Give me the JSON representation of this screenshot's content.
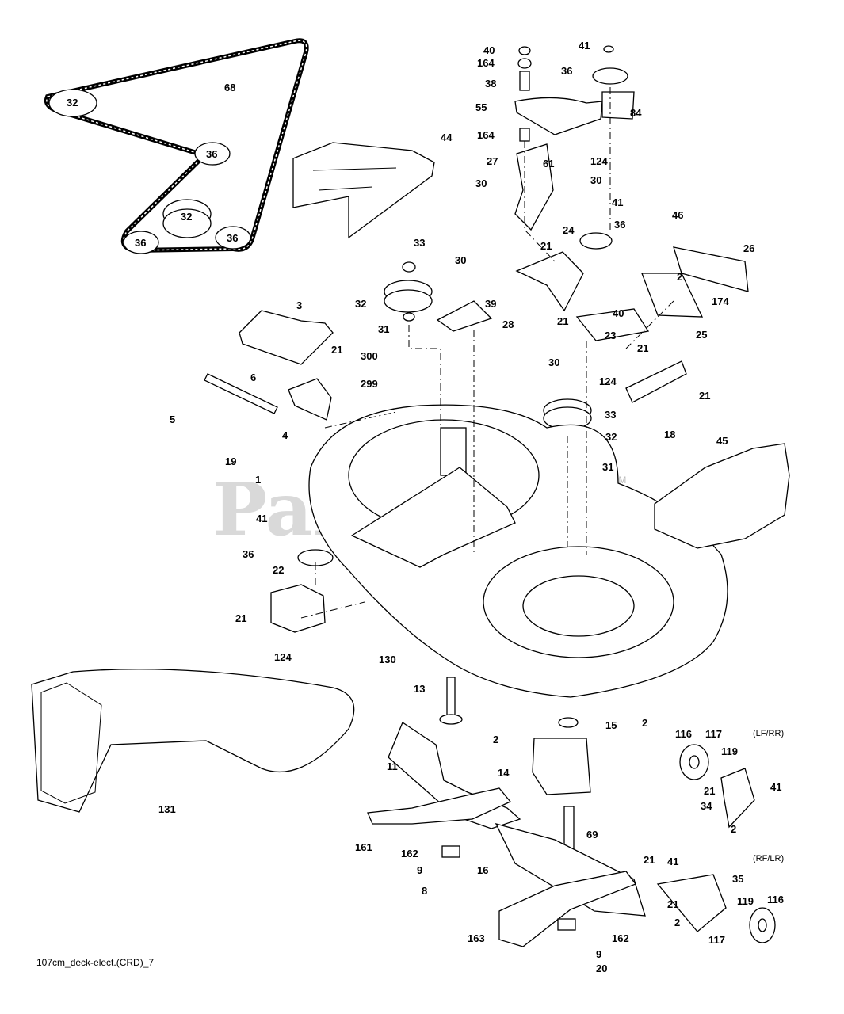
{
  "watermark": {
    "text": "PartsTree",
    "trademark": "TM"
  },
  "footer_ref": "107cm_deck-elect.(CRD)_7",
  "wheel_positions": {
    "upper": "(LF/RR)",
    "lower": "(RF/LR)"
  },
  "callouts": [
    "68",
    "32",
    "36",
    "32",
    "36",
    "36",
    "44",
    "40",
    "164",
    "38",
    "55",
    "164",
    "41",
    "36",
    "84",
    "124",
    "27",
    "61",
    "30",
    "30",
    "41",
    "46",
    "36",
    "26",
    "2",
    "33",
    "30",
    "21",
    "24",
    "32",
    "31",
    "39",
    "28",
    "174",
    "21",
    "40",
    "23",
    "3",
    "21",
    "300",
    "6",
    "299",
    "30",
    "21",
    "124",
    "25",
    "21",
    "5",
    "4",
    "33",
    "32",
    "18",
    "19",
    "31",
    "45",
    "1",
    "41",
    "36",
    "22",
    "21",
    "124",
    "130",
    "13",
    "2",
    "15",
    "2",
    "116",
    "117",
    "119",
    "11",
    "14",
    "21",
    "41",
    "34",
    "2",
    "161",
    "69",
    "162",
    "9",
    "8",
    "16",
    "21",
    "41",
    "35",
    "21",
    "119",
    "116",
    "2",
    "117",
    "163",
    "162",
    "9",
    "20",
    "131"
  ]
}
